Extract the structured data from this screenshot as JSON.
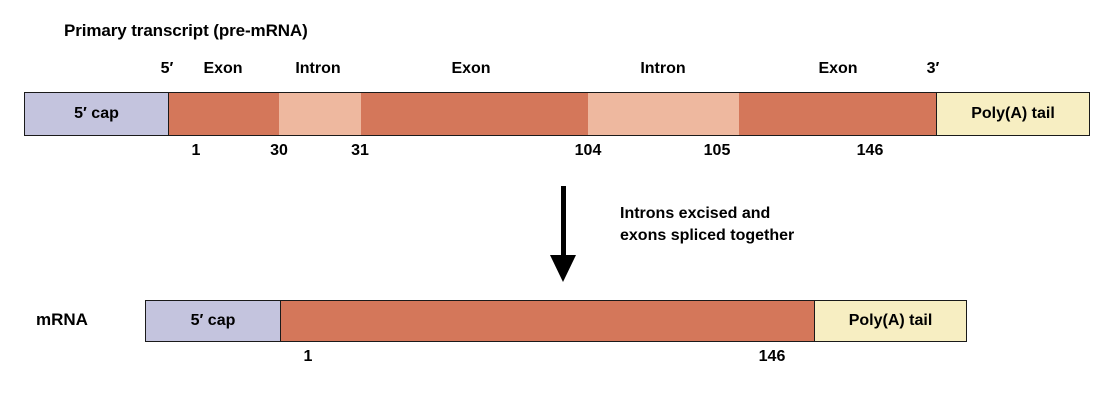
{
  "diagram": {
    "title": "Primary transcript (pre-mRNA)",
    "colors": {
      "exon": "#d4775a",
      "intron": "#eeb89f",
      "cap": "#c4c4de",
      "polya": "#f7eec2",
      "outline": "#1a1a1a",
      "text": "#000000"
    },
    "pre_mrna": {
      "row_label": "",
      "end_label_5": "5′",
      "end_label_3": "3′",
      "segments": [
        {
          "name": "cap",
          "label": "5′ cap",
          "type": "cap"
        },
        {
          "name": "exon-1",
          "label": "",
          "type": "exon"
        },
        {
          "name": "intron-1",
          "label": "",
          "type": "intron"
        },
        {
          "name": "exon-2",
          "label": "",
          "type": "exon"
        },
        {
          "name": "intron-2",
          "label": "",
          "type": "intron"
        },
        {
          "name": "exon-3",
          "label": "",
          "type": "exon"
        },
        {
          "name": "polya",
          "label": "Poly(A) tail",
          "type": "polya"
        }
      ],
      "top_labels": [
        {
          "text": "Exon"
        },
        {
          "text": "Intron"
        },
        {
          "text": "Exon"
        },
        {
          "text": "Intron"
        },
        {
          "text": "Exon"
        }
      ],
      "ticks": [
        "1",
        "30",
        "31",
        "104",
        "105",
        "146"
      ]
    },
    "transition": {
      "caption_line1": "Introns excised and",
      "caption_line2": "exons spliced together"
    },
    "mrna": {
      "row_label": "mRNA",
      "segments": [
        {
          "name": "cap",
          "label": "5′ cap",
          "type": "cap"
        },
        {
          "name": "coding",
          "label": "",
          "type": "exon"
        },
        {
          "name": "polya",
          "label": "Poly(A) tail",
          "type": "polya"
        }
      ],
      "ticks": [
        "1",
        "146"
      ]
    }
  }
}
